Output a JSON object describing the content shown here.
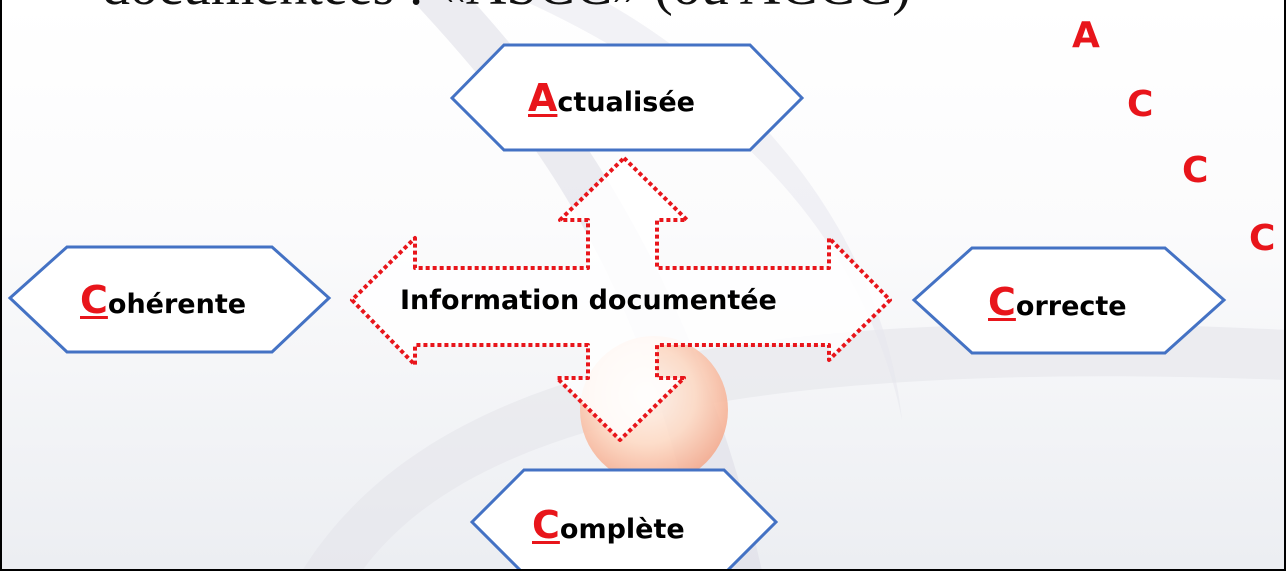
{
  "title": "documentées : «ASCC» (ou ACCC)",
  "center_label": "Information documentée",
  "hexagons": {
    "top": {
      "initial": "A",
      "rest": "ctualisée"
    },
    "left": {
      "initial": "C",
      "rest": "ohérente"
    },
    "right": {
      "initial": "C",
      "rest": "orrecte"
    },
    "bottom": {
      "initial": "C",
      "rest": "omplète"
    }
  },
  "mnemonic_letters": [
    "A",
    "C",
    "C",
    "C"
  ],
  "colors": {
    "accent_red": "#e8151b",
    "hexagon_stroke": "#4472c4",
    "arrow_stroke": "#e8151b"
  }
}
